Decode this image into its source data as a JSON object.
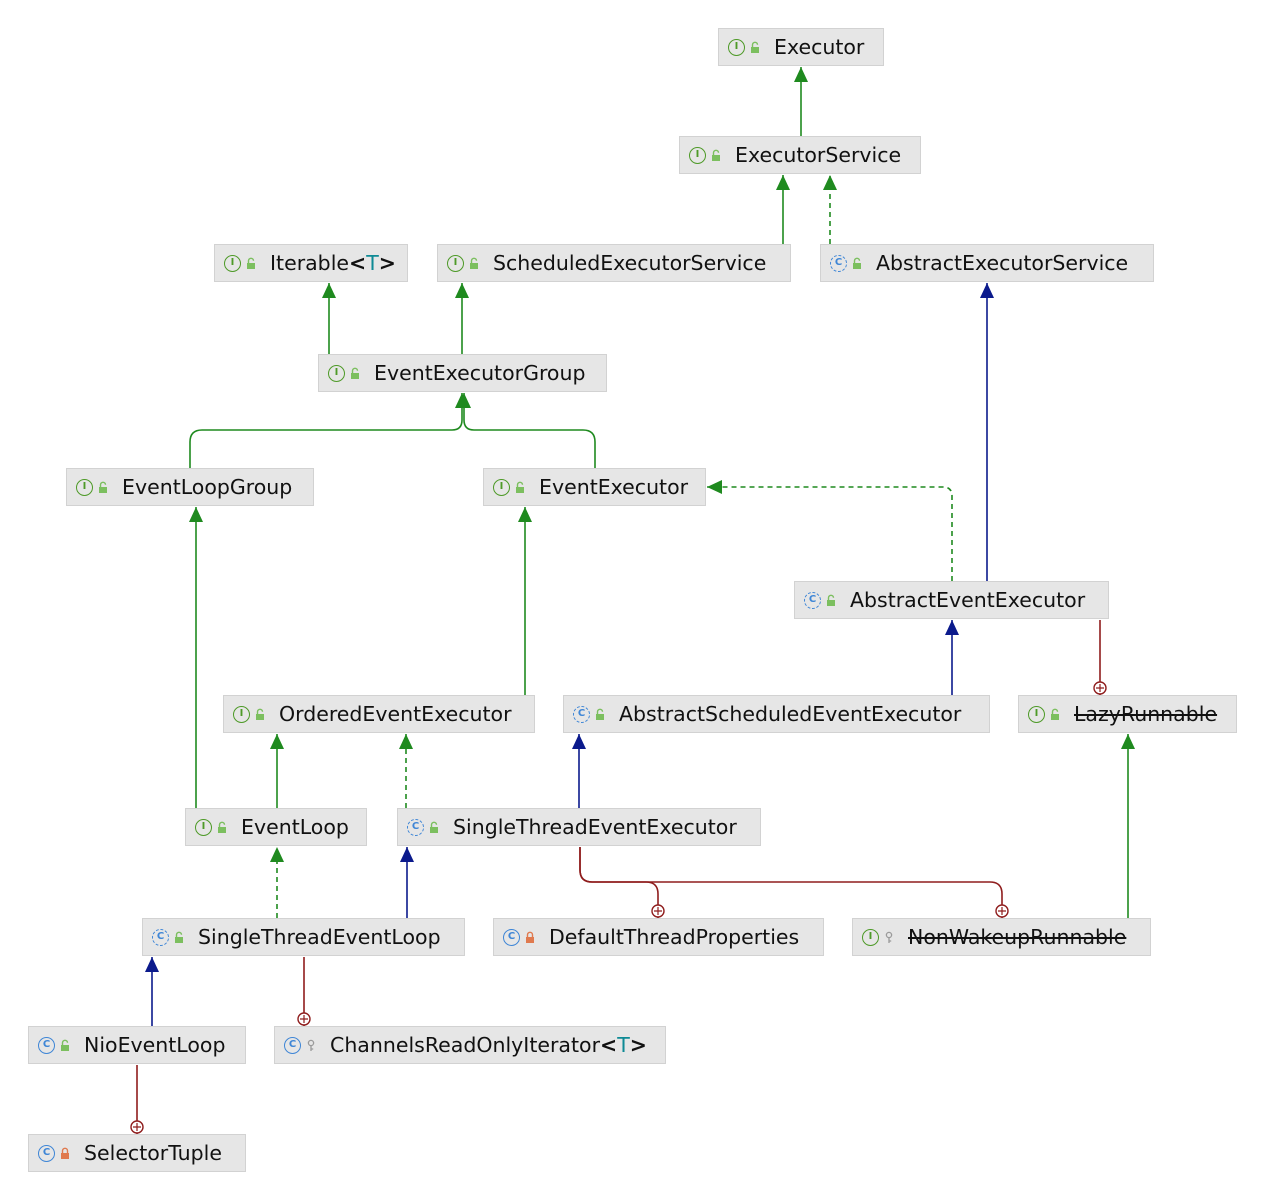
{
  "nodes": [
    {
      "id": "executor",
      "label": "Executor",
      "kind": "interface",
      "visibility": "public"
    },
    {
      "id": "executor_service",
      "label": "ExecutorService",
      "kind": "interface",
      "visibility": "public"
    },
    {
      "id": "iterable",
      "label": "Iterable",
      "type_param": "T",
      "kind": "interface",
      "visibility": "public"
    },
    {
      "id": "scheduled_executor_service",
      "label": "ScheduledExecutorService",
      "kind": "interface",
      "visibility": "public"
    },
    {
      "id": "abstract_executor_service",
      "label": "AbstractExecutorService",
      "kind": "abstract-class",
      "visibility": "public"
    },
    {
      "id": "event_executor_group",
      "label": "EventExecutorGroup",
      "kind": "interface",
      "visibility": "public"
    },
    {
      "id": "event_loop_group",
      "label": "EventLoopGroup",
      "kind": "interface",
      "visibility": "public"
    },
    {
      "id": "event_executor",
      "label": "EventExecutor",
      "kind": "interface",
      "visibility": "public"
    },
    {
      "id": "abstract_event_executor",
      "label": "AbstractEventExecutor",
      "kind": "abstract-class",
      "visibility": "public"
    },
    {
      "id": "ordered_event_executor",
      "label": "OrderedEventExecutor",
      "kind": "interface",
      "visibility": "public"
    },
    {
      "id": "abstract_scheduled_event_executor",
      "label": "AbstractScheduledEventExecutor",
      "kind": "abstract-class",
      "visibility": "public"
    },
    {
      "id": "lazy_runnable",
      "label": "LazyRunnable",
      "kind": "interface",
      "visibility": "public",
      "deprecated": true
    },
    {
      "id": "event_loop",
      "label": "EventLoop",
      "kind": "interface",
      "visibility": "public"
    },
    {
      "id": "single_thread_event_executor",
      "label": "SingleThreadEventExecutor",
      "kind": "abstract-class",
      "visibility": "public"
    },
    {
      "id": "single_thread_event_loop",
      "label": "SingleThreadEventLoop",
      "kind": "abstract-class",
      "visibility": "public"
    },
    {
      "id": "default_thread_properties",
      "label": "DefaultThreadProperties",
      "kind": "class",
      "visibility": "private"
    },
    {
      "id": "non_wakeup_runnable",
      "label": "NonWakeupRunnable",
      "kind": "interface",
      "visibility": "package",
      "deprecated": true
    },
    {
      "id": "nio_event_loop",
      "label": "NioEventLoop",
      "kind": "class",
      "visibility": "public"
    },
    {
      "id": "channels_read_only_iterator",
      "label": "ChannelsReadOnlyIterator",
      "type_param": "T",
      "kind": "class",
      "visibility": "package"
    },
    {
      "id": "selector_tuple",
      "label": "SelectorTuple",
      "kind": "class",
      "visibility": "private"
    }
  ],
  "edges": [
    {
      "from": "executor_service",
      "to": "executor",
      "type": "extends-interface"
    },
    {
      "from": "scheduled_executor_service",
      "to": "executor_service",
      "type": "extends-interface"
    },
    {
      "from": "abstract_executor_service",
      "to": "executor_service",
      "type": "implements"
    },
    {
      "from": "event_executor_group",
      "to": "iterable",
      "type": "extends-interface"
    },
    {
      "from": "event_executor_group",
      "to": "scheduled_executor_service",
      "type": "extends-interface"
    },
    {
      "from": "event_loop_group",
      "to": "event_executor_group",
      "type": "extends-interface"
    },
    {
      "from": "event_executor",
      "to": "event_executor_group",
      "type": "extends-interface"
    },
    {
      "from": "abstract_event_executor",
      "to": "abstract_executor_service",
      "type": "extends-class"
    },
    {
      "from": "abstract_event_executor",
      "to": "event_executor",
      "type": "implements"
    },
    {
      "from": "ordered_event_executor",
      "to": "event_executor",
      "type": "extends-interface"
    },
    {
      "from": "abstract_scheduled_event_executor",
      "to": "abstract_event_executor",
      "type": "extends-class"
    },
    {
      "from": "abstract_event_executor",
      "to": "lazy_runnable",
      "type": "inner"
    },
    {
      "from": "event_loop",
      "to": "ordered_event_executor",
      "type": "extends-interface"
    },
    {
      "from": "event_loop",
      "to": "event_loop_group",
      "type": "extends-interface"
    },
    {
      "from": "single_thread_event_executor",
      "to": "ordered_event_executor",
      "type": "implements"
    },
    {
      "from": "single_thread_event_executor",
      "to": "abstract_scheduled_event_executor",
      "type": "extends-class"
    },
    {
      "from": "single_thread_event_loop",
      "to": "event_loop",
      "type": "implements"
    },
    {
      "from": "single_thread_event_loop",
      "to": "single_thread_event_executor",
      "type": "extends-class"
    },
    {
      "from": "single_thread_event_executor",
      "to": "default_thread_properties",
      "type": "inner"
    },
    {
      "from": "single_thread_event_executor",
      "to": "non_wakeup_runnable",
      "type": "inner"
    },
    {
      "from": "non_wakeup_runnable",
      "to": "lazy_runnable",
      "type": "extends-interface"
    },
    {
      "from": "nio_event_loop",
      "to": "single_thread_event_loop",
      "type": "extends-class"
    },
    {
      "from": "single_thread_event_loop",
      "to": "channels_read_only_iterator",
      "type": "inner"
    },
    {
      "from": "nio_event_loop",
      "to": "selector_tuple",
      "type": "inner"
    }
  ],
  "colors": {
    "extends_interface": "#1f8a1f",
    "implements": "#1f8a1f",
    "extends_class": "#0b1a8c",
    "inner": "#8f1d1d",
    "interface_icon": "#4e9a28",
    "class_icon": "#3f86d6",
    "type_param": "#0e8a95",
    "lock_public": "#7cbf5f",
    "lock_private": "#e07a4f",
    "key_package": "#9a9a9a"
  }
}
